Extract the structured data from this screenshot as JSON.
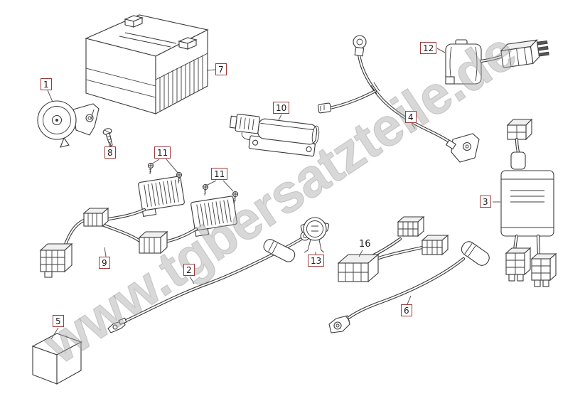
{
  "watermark": "www.tgbersatzteile.de",
  "labels": [
    {
      "id": "1",
      "boxed": true
    },
    {
      "id": "7",
      "boxed": true
    },
    {
      "id": "8",
      "boxed": true
    },
    {
      "id": "11",
      "boxed": true
    },
    {
      "id": "11",
      "boxed": true
    },
    {
      "id": "10",
      "boxed": true
    },
    {
      "id": "9",
      "boxed": true
    },
    {
      "id": "2",
      "boxed": true
    },
    {
      "id": "13",
      "boxed": true
    },
    {
      "id": "16",
      "boxed": false
    },
    {
      "id": "4",
      "boxed": true
    },
    {
      "id": "12",
      "boxed": true
    },
    {
      "id": "3",
      "boxed": true
    },
    {
      "id": "6",
      "boxed": true
    },
    {
      "id": "5",
      "boxed": true
    }
  ]
}
